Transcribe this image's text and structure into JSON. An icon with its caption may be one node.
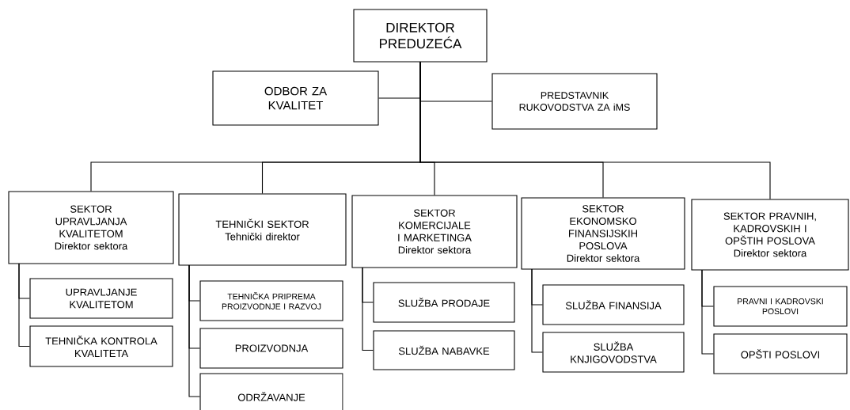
{
  "diagram": {
    "nodes": [
      {
        "text": [
          "DIREKTOR PREDUZEĆA"
        ]
      },
      {
        "text": [
          "ODBOR ZA KVALITET"
        ]
      },
      {
        "text": [
          "PREDSTAVNIK RUKOVODSTVA ZA iMS"
        ]
      },
      {
        "text": [
          "SEKTOR UPRAVLJANJA KVALITETOM",
          "Direktor sektora"
        ]
      },
      {
        "text": [
          "TEHNIČKI SEKTOR",
          "Tehnički direktor"
        ]
      },
      {
        "text": [
          "SEKTOR KOMERCIJALE I MARKETINGA",
          "Direktor sektora"
        ]
      },
      {
        "text": [
          "SEKTOR EKONOMSKO FINANSIJSKIH POSLOVA",
          "Direktor sektora"
        ]
      },
      {
        "text": [
          "SEKTOR PRAVNIH, KADROVSKIH I OPŠTIH POSLOVA",
          "Direktor sektora"
        ]
      },
      {
        "text": [
          "UPRAVLJANJE KVALITETOM"
        ]
      },
      {
        "text": [
          "TEHNIČKA KONTROLA KVALITETA"
        ]
      },
      {
        "text": [
          "TEHNIČKA PRIPREMA PROIZVODNJE I RAZVOJ"
        ]
      },
      {
        "text": [
          "PROIZVODNJA"
        ]
      },
      {
        "text": [
          "ODRŽAVANJE"
        ]
      },
      {
        "text": [
          "SLUŽBA PRODAJE"
        ]
      },
      {
        "text": [
          "SLUŽBA NABAVKE"
        ]
      },
      {
        "text": [
          "SLUŽBA FINANSIJA"
        ]
      },
      {
        "text": [
          "SLUŽBA KNJIGOVODSTVA"
        ]
      },
      {
        "text": [
          "PRAVNI I KADROVSKI POSLOVI"
        ]
      },
      {
        "text": [
          "OPŠTI POSLOVI"
        ]
      }
    ],
    "edges": [
      {
        "from": 0,
        "to": 1,
        "arrow": "none"
      },
      {
        "from": 0,
        "to": 2,
        "arrow": "none"
      },
      {
        "from": 0,
        "to": 3,
        "arrow": "none"
      },
      {
        "from": 0,
        "to": 4,
        "arrow": "none"
      },
      {
        "from": 0,
        "to": 5,
        "arrow": "none"
      },
      {
        "from": 0,
        "to": 6,
        "arrow": "none"
      },
      {
        "from": 0,
        "to": 7,
        "arrow": "none"
      },
      {
        "from": 3,
        "to": 8,
        "arrow": "none"
      },
      {
        "from": 3,
        "to": 9,
        "arrow": "none"
      },
      {
        "from": 4,
        "to": 10,
        "arrow": "none"
      },
      {
        "from": 4,
        "to": 11,
        "arrow": "none"
      },
      {
        "from": 4,
        "to": 12,
        "arrow": "none"
      },
      {
        "from": 5,
        "to": 13,
        "arrow": "none"
      },
      {
        "from": 5,
        "to": 14,
        "arrow": "none"
      },
      {
        "from": 6,
        "to": 15,
        "arrow": "none"
      },
      {
        "from": 6,
        "to": 16,
        "arrow": "none"
      },
      {
        "from": 7,
        "to": 17,
        "arrow": "none"
      },
      {
        "from": 7,
        "to": 18,
        "arrow": "none"
      }
    ]
  }
}
